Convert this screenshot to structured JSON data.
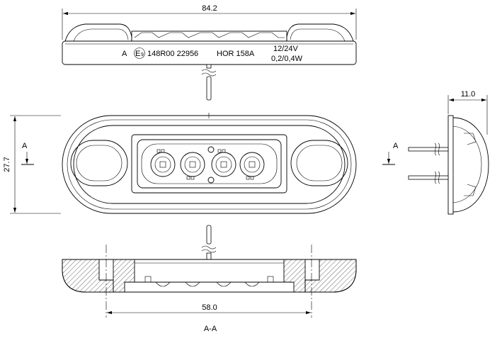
{
  "dimensions": {
    "overall_length": "84.2",
    "height": "27.7",
    "depth": "11.0",
    "hole_spacing": "58.0"
  },
  "markings": {
    "class": "A",
    "approval_letter": "E",
    "approval_number": "9",
    "approval_code": "148R00 22956",
    "model": "HOR 158A",
    "voltage": "12/24V",
    "power": "0,2/0,4W"
  },
  "section": {
    "marker_left": "A",
    "marker_right": "A",
    "view_label": "A-A"
  },
  "colors": {
    "line": "#000000",
    "background": "#ffffff"
  }
}
